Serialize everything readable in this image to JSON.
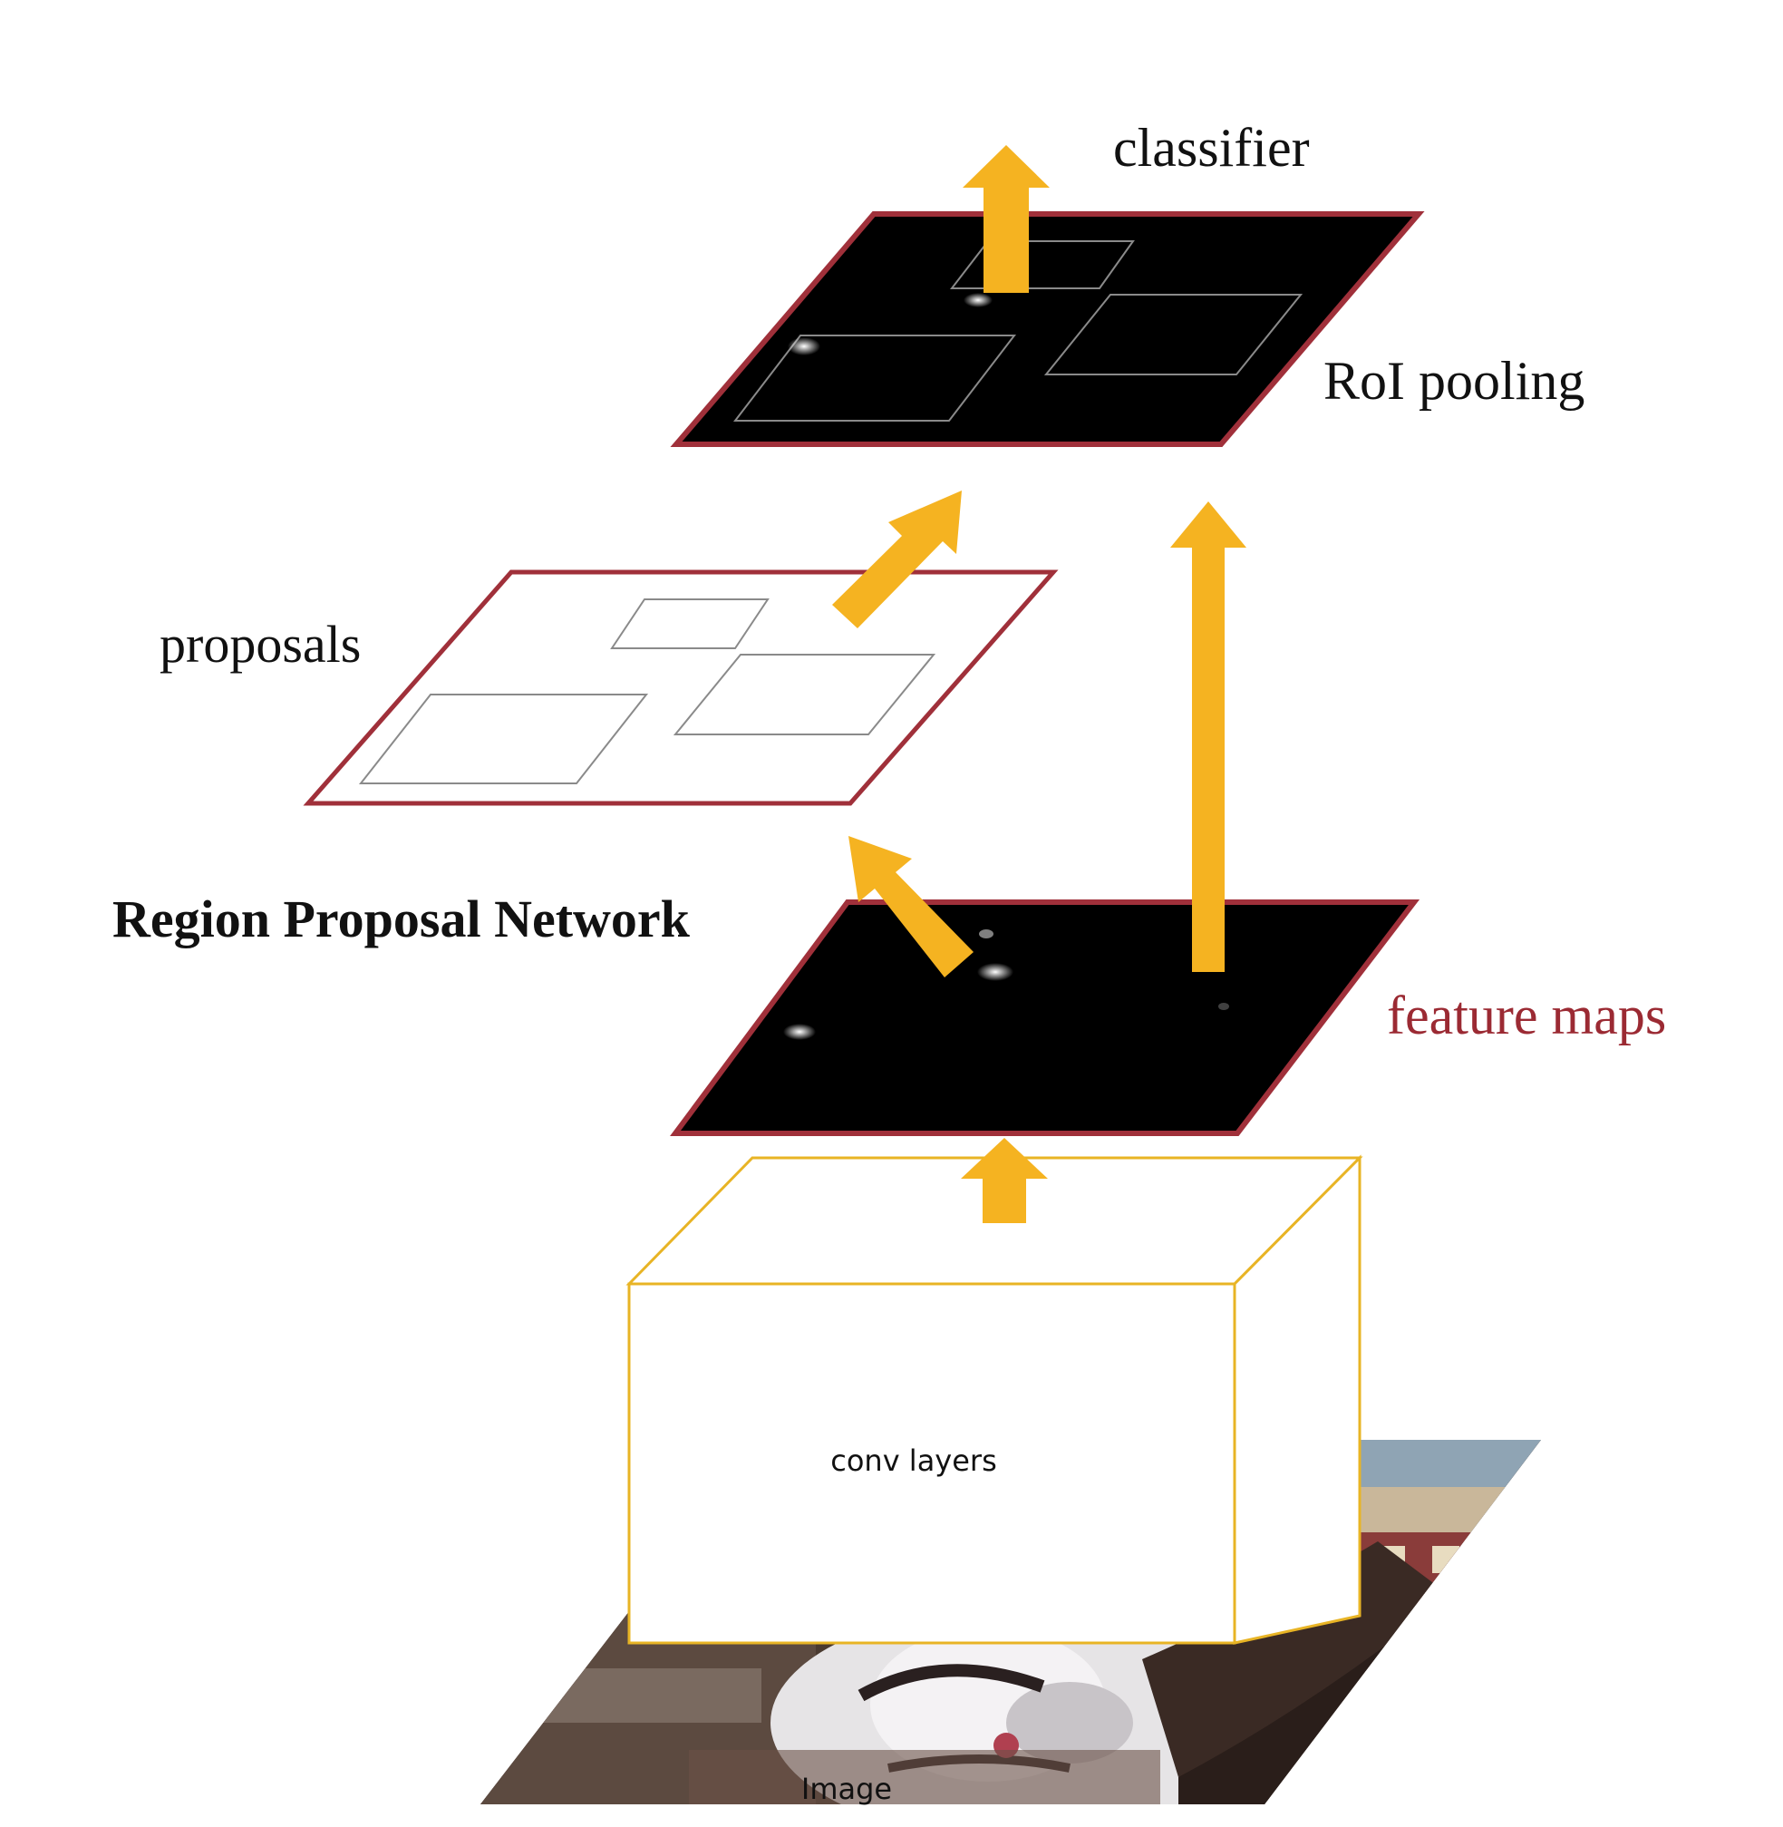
{
  "labels": {
    "classifier": "classifier",
    "roi_pooling": "RoI pooling",
    "proposals": "proposals",
    "region_proposal_network": "Region Proposal Network",
    "feature_maps": "feature maps",
    "conv_layers": "conv layers",
    "image": "Image"
  },
  "colors": {
    "arrow": "#F5B321",
    "conv_box_border": "#E8B425",
    "layer_border": "#A0303A",
    "feature_maps_text": "#9B2A33",
    "map_fill": "#000000",
    "proposal_box": "#8A8A8A"
  },
  "icons": {
    "arrow": "block-arrow-up",
    "image_layer": "photo-of-horse-and-rider"
  }
}
